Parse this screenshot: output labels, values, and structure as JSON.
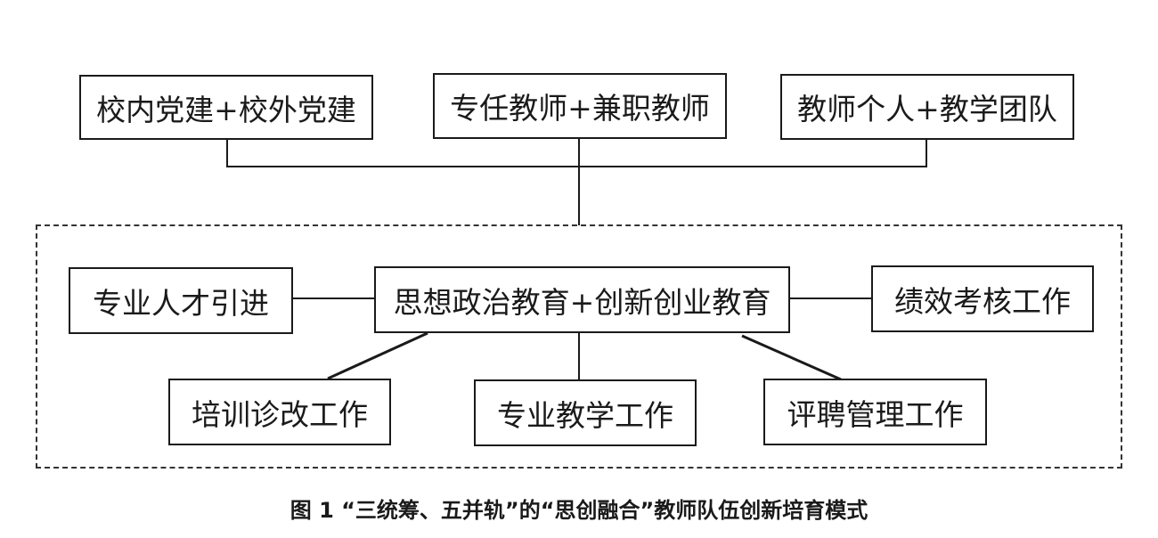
{
  "top_row": [
    "校内党建+校外党建",
    "专任教师+兼职教师",
    "教师个人+教学团队"
  ],
  "center": "思想政治教育+创新创业教育",
  "left": "专业人才引进",
  "right": "绩效考核工作",
  "bottom_row": [
    "培训诊改工作",
    "专业教学工作",
    "评聘管理工作"
  ],
  "caption": "图 1 “三统筹、五并轨”的“思创融合”教师队伍创新培育模式"
}
